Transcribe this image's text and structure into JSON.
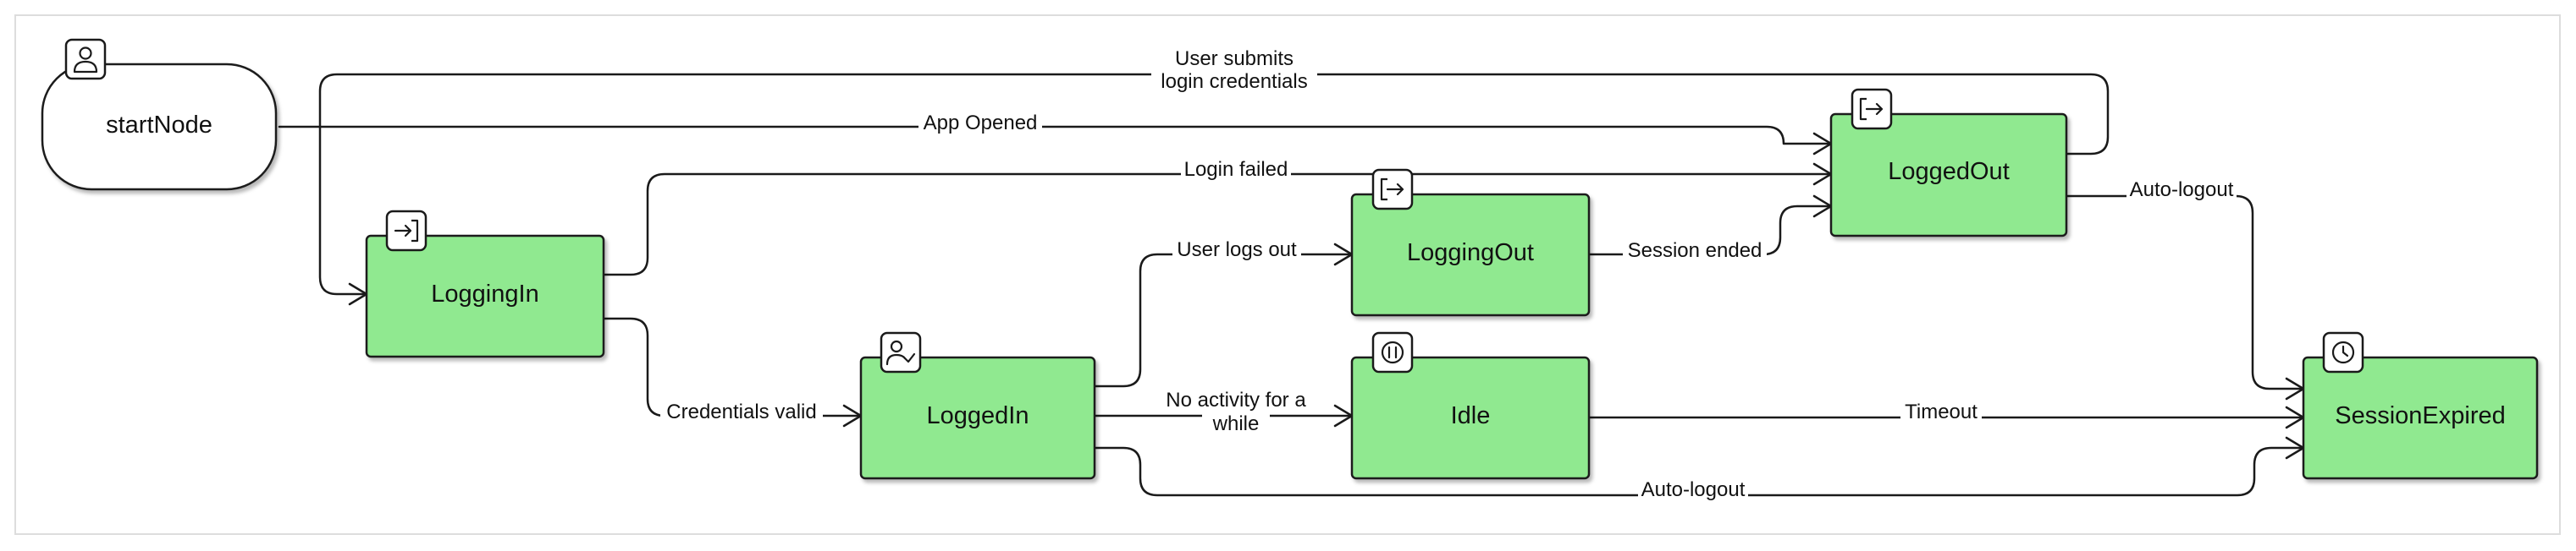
{
  "diagram": {
    "nodes": {
      "start": {
        "label": "startNode",
        "icon": "user-icon"
      },
      "logged_out": {
        "label": "LoggedOut",
        "icon": "logout-icon"
      },
      "logging_in": {
        "label": "LoggingIn",
        "icon": "login-icon"
      },
      "logging_out": {
        "label": "LoggingOut",
        "icon": "logout-icon"
      },
      "logged_in": {
        "label": "LoggedIn",
        "icon": "user-check-icon"
      },
      "idle": {
        "label": "Idle",
        "icon": "pause-icon"
      },
      "session_expired": {
        "label": "SessionExpired",
        "icon": "clock-icon"
      }
    },
    "edges": {
      "submit_line1": "User submits",
      "submit_line2": "login credentials",
      "app_opened": "App Opened",
      "login_failed": "Login failed",
      "user_logs_out": "User logs out",
      "session_ended": "Session ended",
      "auto_logout_top": "Auto-logout",
      "credentials_valid": "Credentials valid",
      "no_activity_line1": "No activity for a",
      "no_activity_line2": "while",
      "timeout": "Timeout",
      "auto_logout_bottom": "Auto-logout"
    },
    "colors": {
      "state_fill": "#90e990",
      "stroke": "#1a1a1a",
      "frame": "#dddddd"
    }
  }
}
